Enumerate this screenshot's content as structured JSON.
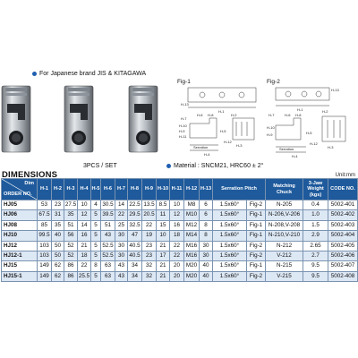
{
  "header": {
    "brand_note": "For Japanese brand JIS & KITAGAWA",
    "set_label": "3PCS / SET",
    "material": "Material : SNCM21,  HRC60 ± 2°"
  },
  "figures": {
    "fig1": {
      "title": "Fig-1",
      "labels": [
        "H-13",
        "H-1",
        "H-2",
        "H-7",
        "H-6",
        "H-8",
        "H-10",
        "H-9",
        "H-11",
        "H-5",
        "H-12",
        "Serration",
        "H-4",
        "H-3"
      ]
    },
    "fig2": {
      "title": "Fig-2",
      "labels": [
        "H-13",
        "H-1",
        "H-2",
        "H-7",
        "H-6",
        "H-8",
        "H-10",
        "H-9",
        "H-5",
        "H-12",
        "Serration",
        "H-4",
        "H-3"
      ]
    }
  },
  "dimensions": {
    "title": "DIMENSIONS",
    "unit": "Unit:mm",
    "corner_top": "Dim",
    "corner_bottom": "ORDER NO.",
    "columns": [
      "H-1",
      "H-2",
      "H-3",
      "H-4",
      "H-5",
      "H-6",
      "H-7",
      "H-8",
      "H-9",
      "H-10",
      "H-11",
      "H-12",
      "H-13",
      "Serration Pitch",
      "",
      "Matching Chuck",
      "3-Jaw Weight (kgs)",
      "CODE NO."
    ],
    "rows": [
      [
        "HJ05",
        "53",
        "23",
        "27.5",
        "10",
        "4",
        "30.5",
        "14",
        "22.5",
        "13.5",
        "8.5",
        "10",
        "M8",
        "6",
        "1.5x60°",
        "Fig-2",
        "N-205",
        "0.4",
        "5002-401"
      ],
      [
        "HJ06",
        "67.5",
        "31",
        "35",
        "12",
        "5",
        "39.5",
        "22",
        "29.5",
        "20.5",
        "11",
        "12",
        "M10",
        "6",
        "1.5x60°",
        "Fig-1",
        "N-206,V-206",
        "1.0",
        "5002-402"
      ],
      [
        "HJ08",
        "85",
        "35",
        "51",
        "14",
        "5",
        "51",
        "25",
        "32.5",
        "22",
        "15",
        "16",
        "M12",
        "8",
        "1.5x60°",
        "Fig-1",
        "N-208,V-208",
        "1.5",
        "5002-403"
      ],
      [
        "HJ10",
        "99.5",
        "40",
        "56",
        "16",
        "5",
        "43",
        "30",
        "47",
        "19",
        "10",
        "18",
        "M14",
        "8",
        "1.5x60°",
        "Fig-1",
        "N-210,V-210",
        "2.9",
        "5002-404"
      ],
      [
        "HJ12",
        "103",
        "50",
        "52",
        "21",
        "5",
        "52.5",
        "30",
        "40.5",
        "23",
        "21",
        "22",
        "M16",
        "30",
        "1.5x60°",
        "Fig-2",
        "N-212",
        "2.65",
        "5002-405"
      ],
      [
        "HJ12-1",
        "103",
        "50",
        "52",
        "18",
        "5",
        "52.5",
        "30",
        "40.5",
        "23",
        "17",
        "22",
        "M16",
        "30",
        "1.5x60°",
        "Fig-2",
        "V-212",
        "2.7",
        "5002-406"
      ],
      [
        "HJ15",
        "149",
        "62",
        "86",
        "22",
        "8",
        "63",
        "43",
        "34",
        "32",
        "21",
        "20",
        "M20",
        "40",
        "1.5x60°",
        "Fig-1",
        "N-215",
        "9.5",
        "5002-407"
      ],
      [
        "HJ15-1",
        "149",
        "62",
        "86",
        "25.5",
        "5",
        "63",
        "43",
        "34",
        "32",
        "21",
        "20",
        "M20",
        "40",
        "1.5x60°",
        "Fig-2",
        "V-215",
        "9.5",
        "5002-408"
      ]
    ]
  },
  "colors": {
    "header_bg": "#1e5a9c",
    "row_alt_bg": "#dde8f5",
    "bullet": "#1f5fb0"
  }
}
